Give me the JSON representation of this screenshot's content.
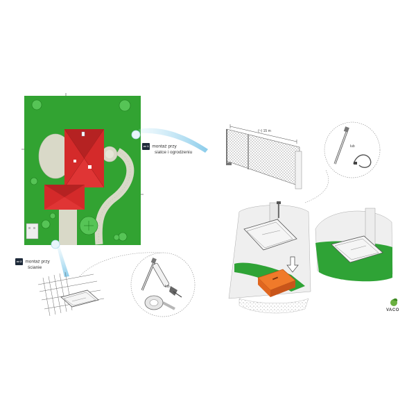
{
  "labels": {
    "fence_tag": "nr 1",
    "fence_line1": "montaż przy",
    "fence_line2": "siatce i ogrodzeniu",
    "wall_tag": "nr 2",
    "wall_line1": "montaż przy",
    "wall_line2": "ścianie",
    "fence_length": "(~) 15 m",
    "or_top": "lub",
    "or_bottom": "lub"
  },
  "logo": {
    "text": "VACO"
  },
  "colors": {
    "lawn": "#2f9e2f",
    "lawn_grass": "#3db33d",
    "roof": "#d42a2a",
    "roof_dark": "#a81c1c",
    "path": "#d9d9c8",
    "accent_blue": "#9fd4ee"
  }
}
